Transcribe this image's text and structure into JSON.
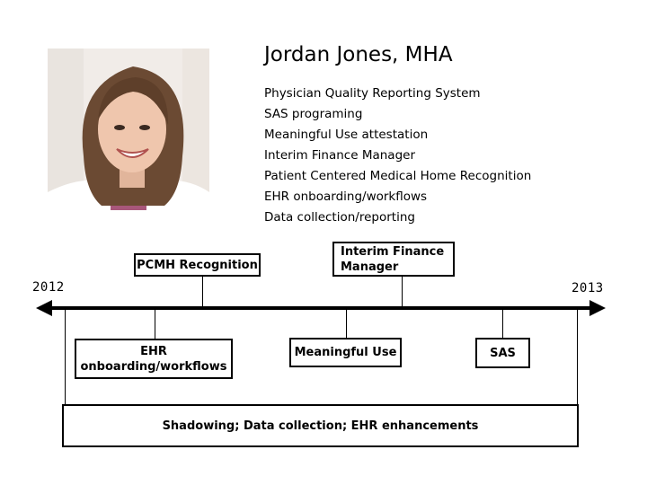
{
  "profile": {
    "name": "Jordan Jones, MHA",
    "skills": [
      "Physician Quality Reporting System",
      "SAS programing",
      "Meaningful Use attestation",
      "Interim Finance Manager",
      "Patient Centered Medical Home Recognition",
      "EHR onboarding/workflows",
      "Data collection/reporting"
    ]
  },
  "timeline": {
    "start_year": "2012",
    "end_year": "2013",
    "above": {
      "pcmh": "PCMH Recognition",
      "interim_line1": "Interim Finance",
      "interim_line2": "Manager"
    },
    "below": {
      "ehr_line1": "EHR",
      "ehr_line2": "onboarding/workflows",
      "meaningful_use": "Meaningful Use",
      "sas": "SAS"
    },
    "span": "Shadowing; Data collection; EHR enhancements"
  }
}
